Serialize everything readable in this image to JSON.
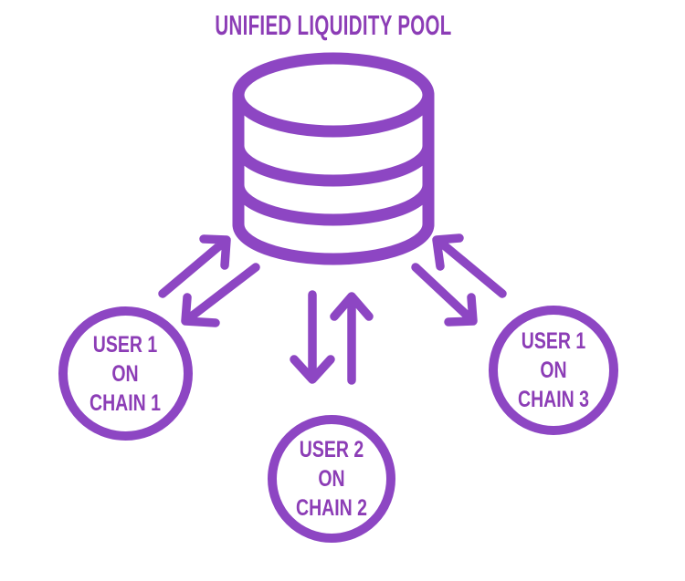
{
  "title": "UNIFIED LIQUIDITY POOL",
  "theme": {
    "accent_stroke": "#8d46c3",
    "accent_text": "#8c3db6",
    "background": "#ffffff"
  },
  "pool": {
    "icon": "database-icon",
    "label": "UNIFIED LIQUIDITY POOL"
  },
  "nodes": [
    {
      "id": "user1-chain1",
      "lines": [
        "USER 1",
        "ON",
        "CHAIN 1"
      ]
    },
    {
      "id": "user2-chain2",
      "lines": [
        "USER 2",
        "ON",
        "CHAIN 2"
      ]
    },
    {
      "id": "user1-chain3",
      "lines": [
        "USER 1",
        "ON",
        "CHAIN 3"
      ]
    }
  ],
  "connections": [
    {
      "from": "unified-liquidity-pool",
      "to": "user1-chain1",
      "direction": "bidirectional"
    },
    {
      "from": "unified-liquidity-pool",
      "to": "user2-chain2",
      "direction": "bidirectional"
    },
    {
      "from": "unified-liquidity-pool",
      "to": "user1-chain3",
      "direction": "bidirectional"
    }
  ]
}
